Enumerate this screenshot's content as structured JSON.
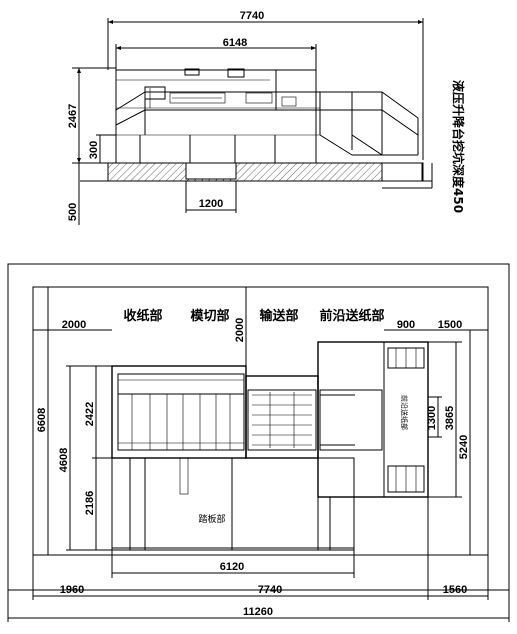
{
  "elevation": {
    "overall_width": "7740",
    "machine_width": "6148",
    "height": "2467",
    "platform_height": "300",
    "pit_depth": "500",
    "pit_width": "1200",
    "note": "液压升降台挖坑深度450"
  },
  "plan": {
    "sections": [
      "收纸部",
      "模切部",
      "输送部",
      "前沿送纸部"
    ],
    "left_clearance": "2000",
    "top_clearance": "2000",
    "right_offset": "900",
    "right_clearance": "1500",
    "total_height": "6608",
    "machine_depth": "4608",
    "upper_depth": "2422",
    "lower_depth": "2186",
    "feeder_height": "1300",
    "feeder_depth": "3865",
    "right_height": "5240",
    "machine_length": "6120",
    "left_margin": "1960",
    "overall_length": "7740",
    "right_margin": "1560",
    "total_length": "11260",
    "stripping_label": "踏板部",
    "feeder_label": "前沿送纸部"
  }
}
